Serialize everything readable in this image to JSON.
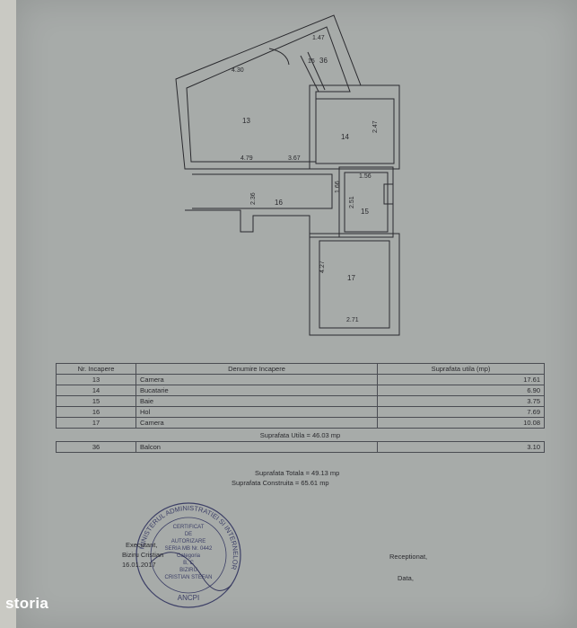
{
  "plan": {
    "dims": {
      "d147": "1.47",
      "d430": "4.30",
      "d15": "15",
      "d479": "4.79",
      "d367": "3.67",
      "d247": "2.47",
      "d156": "1.56",
      "d236": "2.36",
      "d166": "1.66",
      "d251": "2.51",
      "d427": "4.27",
      "d271": "2.71"
    },
    "rooms": {
      "r13": "13",
      "r14": "14",
      "r15": "15",
      "r16": "16",
      "r17": "17",
      "r36": "36"
    }
  },
  "table": {
    "headers": [
      "Nr. Incapere",
      "Denumire Incapere",
      "Suprafata utila (mp)"
    ],
    "rows": [
      {
        "nr": "13",
        "name": "Camera",
        "area": "17.61"
      },
      {
        "nr": "14",
        "name": "Bucatarie",
        "area": "6.90"
      },
      {
        "nr": "15",
        "name": "Baie",
        "area": "3.75"
      },
      {
        "nr": "16",
        "name": "Hol",
        "area": "7.69"
      },
      {
        "nr": "17",
        "name": "Camera",
        "area": "10.08"
      }
    ],
    "balcony": {
      "nr": "36",
      "name": "Balcon",
      "area": "3.10"
    }
  },
  "totals": {
    "utila": "Suprafata Utila = 46.03 mp",
    "totala": "Suprafata Totala = 49.13 mp",
    "construita": "Suprafata Construita = 65.61 mp"
  },
  "executant": {
    "label": "Executant,",
    "name": "Biziru Cristian",
    "date": "16.01.2017"
  },
  "receptionat": {
    "label": "Receptionat,",
    "data": "Data,"
  },
  "stamp": {
    "ring": "MINISTERUL ADMINISTRATIEI SI INTERNELOR",
    "l1": "CERTIFICAT",
    "l2": "DE",
    "l3": "AUTORIZARE",
    "l4": "SERIA MB Nr. 0442",
    "l5": "Categoria",
    "l6": "B, C",
    "l7": "BIZIRU",
    "l8": "CRISTIAN STEFAN",
    "bottom": "ANCPI"
  },
  "brand": {
    "logo": "storia"
  }
}
